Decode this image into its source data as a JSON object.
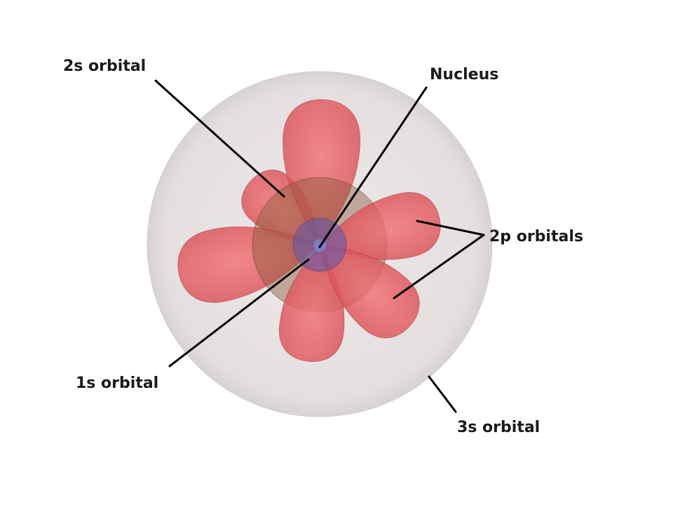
{
  "title": "Atomic orbitals diagram",
  "labels": {
    "s2": "2s orbital",
    "nucleus": "Nucleus",
    "p2": "2p orbitals",
    "s1": "1s orbital",
    "s3": "3s orbital"
  },
  "colors": {
    "orbital_3s": "#e6e1e1",
    "lobe": "#e8595e",
    "orbital_2s": "#9a6a4a",
    "orbital_1s": "#6b5aa0",
    "leader": "#000000"
  }
}
